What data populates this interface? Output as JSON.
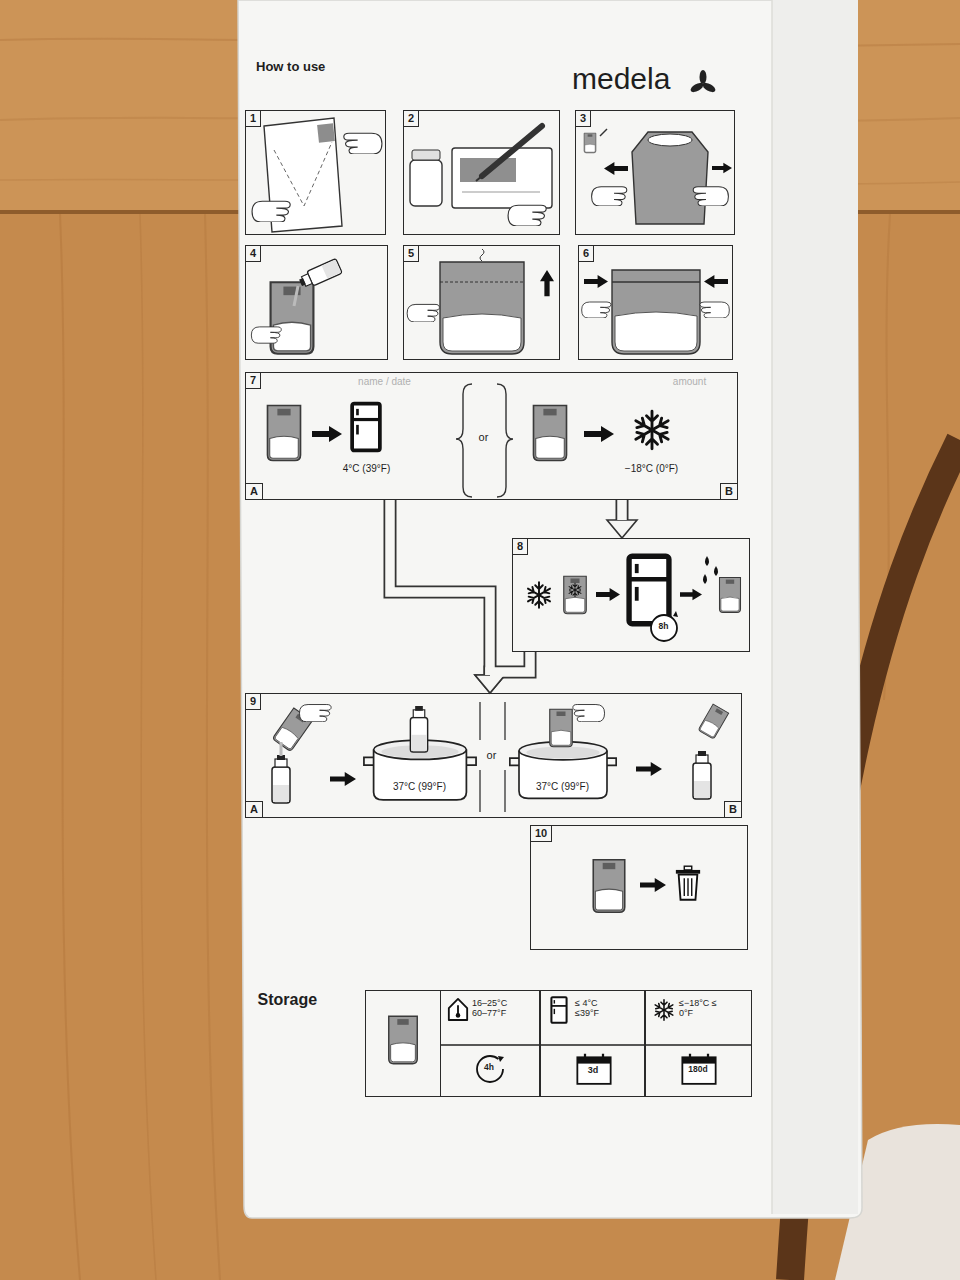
{
  "diagram": {
    "nodes": [
      {
        "text": [
          "1"
        ]
      },
      {
        "text": [
          "2"
        ]
      },
      {
        "text": [
          "3"
        ]
      },
      {
        "text": [
          "4"
        ]
      },
      {
        "text": [
          "5"
        ]
      },
      {
        "text": [
          "6"
        ]
      },
      {
        "text": [
          "7",
          "name / date",
          "amount",
          "4°C (39°F)",
          "or",
          "−18°C (0°F)",
          "A",
          "B"
        ]
      },
      {
        "text": [
          "8",
          "8h"
        ]
      },
      {
        "text": [
          "9",
          "37°C (99°F)",
          "or",
          "37°C (99°F)",
          "A",
          "B"
        ]
      },
      {
        "text": [
          "10"
        ]
      },
      {
        "text": [
          "Storage"
        ]
      },
      {
        "text": [
          "16–25°C 60–77°F",
          "4h"
        ],
        "in": 10
      },
      {
        "text": [
          "≤ 4°C ≤39°F",
          "3d"
        ],
        "in": 10
      },
      {
        "text": [
          "≤−18°C ≤ 0°F",
          "180d"
        ],
        "in": 10
      }
    ],
    "edges": [
      {
        "from": 6,
        "to": 7,
        "arrow": "to"
      },
      {
        "from": 6,
        "to": 8,
        "arrow": "to"
      },
      {
        "from": 7,
        "to": 8,
        "arrow": "to"
      }
    ],
    "labels": [
      "How to use",
      "medela"
    ]
  }
}
